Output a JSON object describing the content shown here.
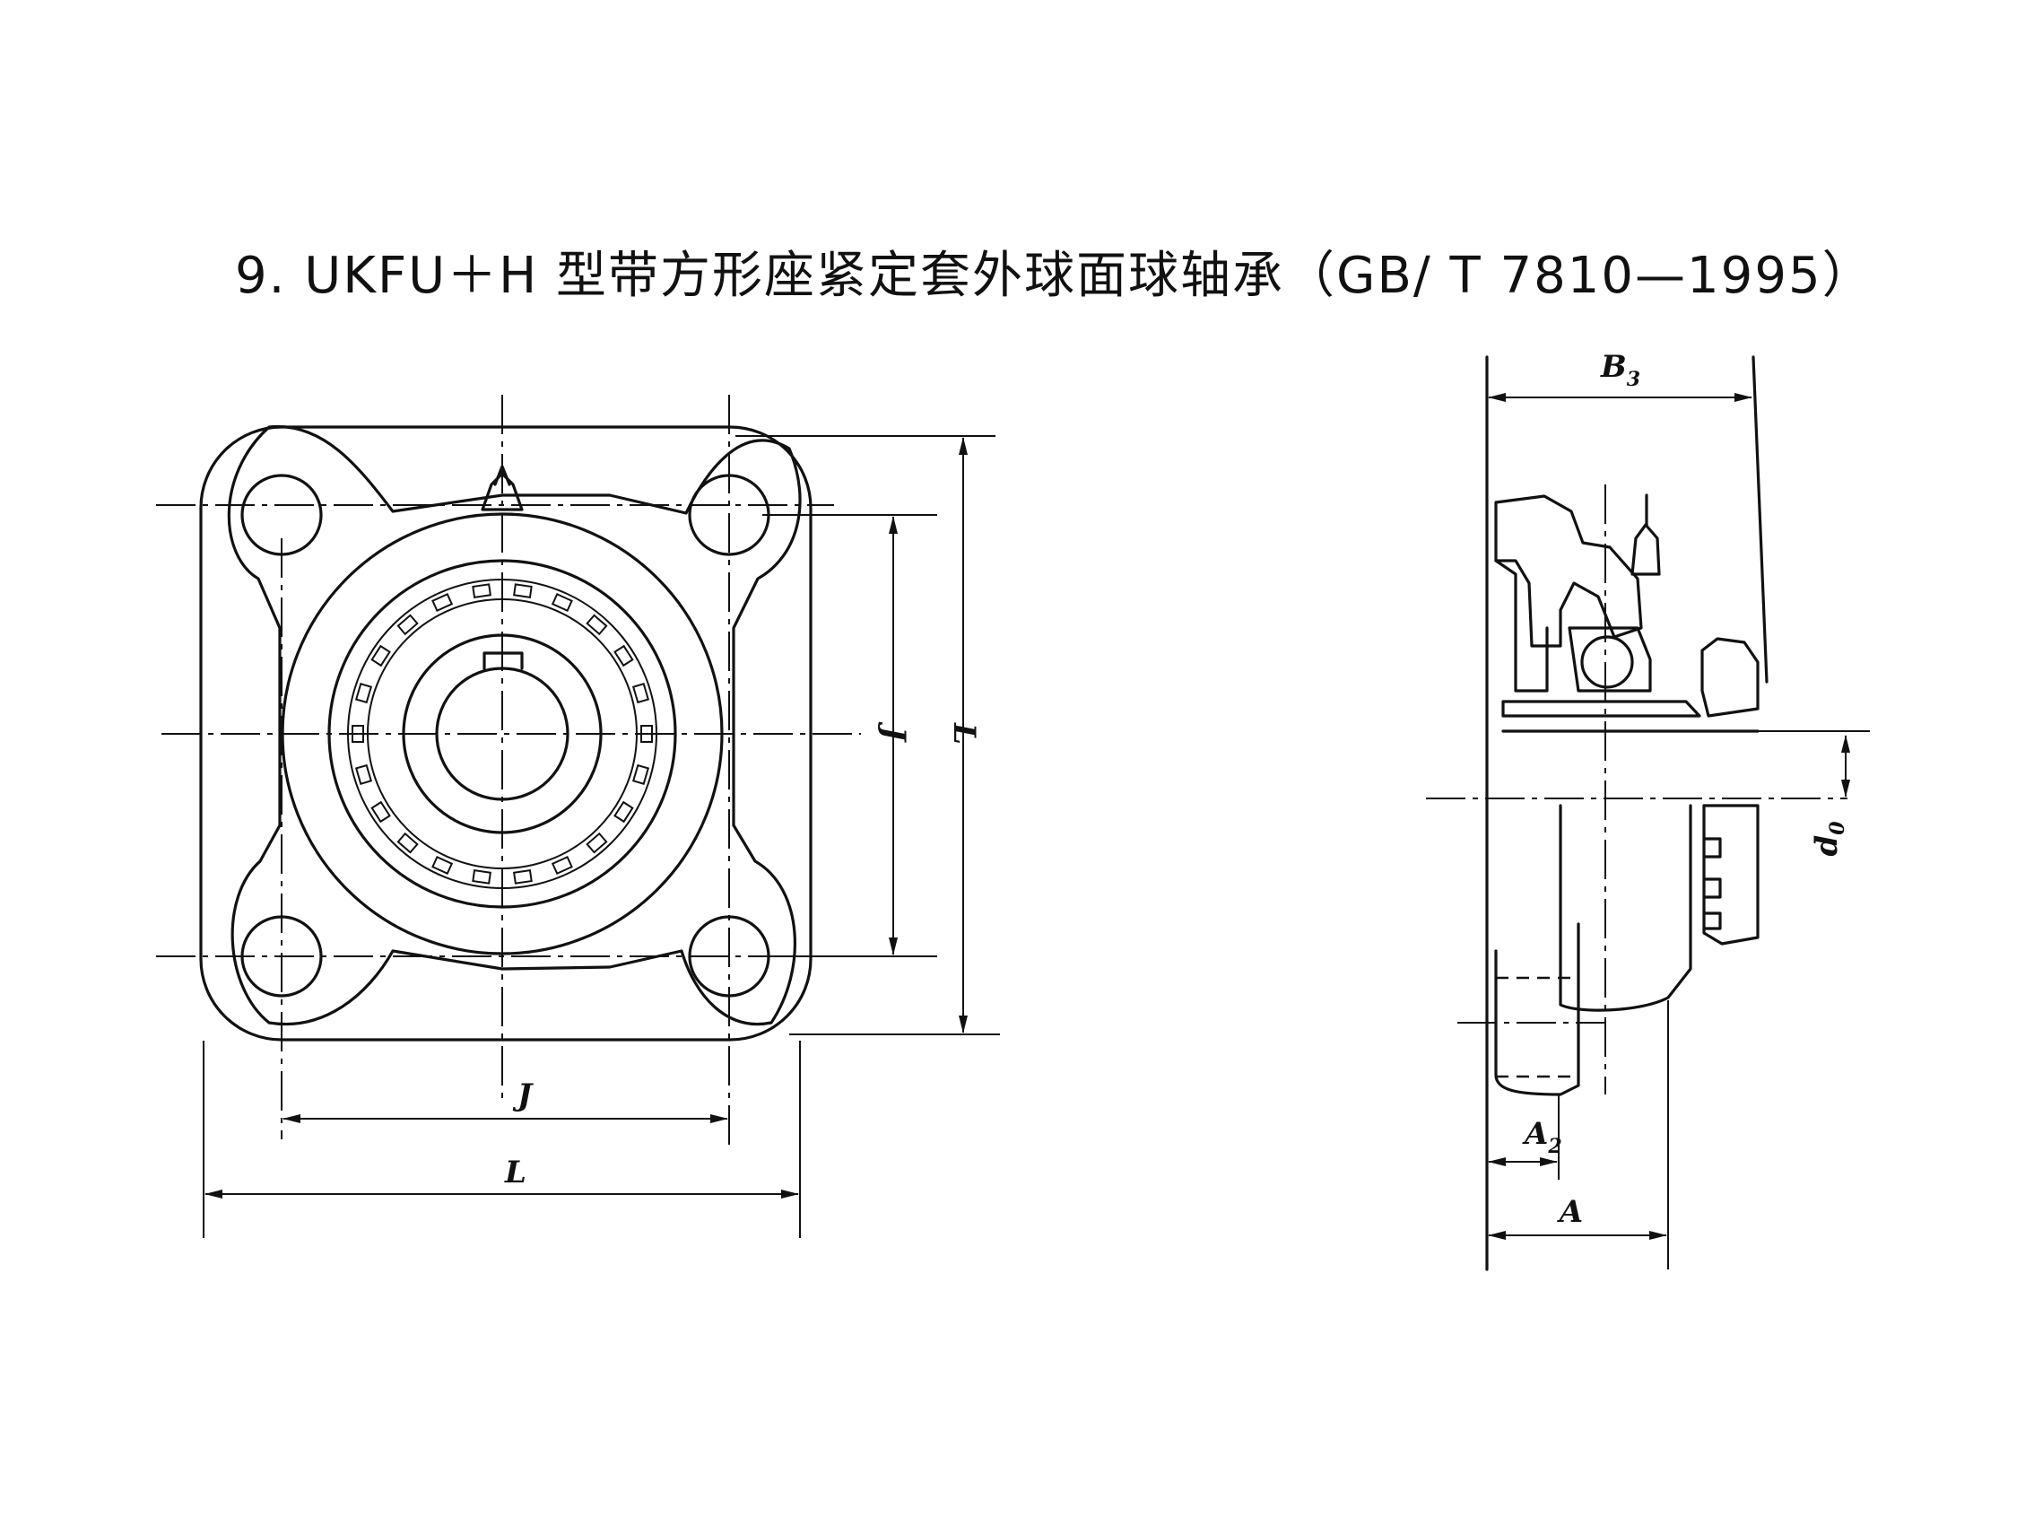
{
  "heading": "9. UKFU＋H 型带方形座紧定套外球面球轴承（GB/ T 7810—1995）",
  "front_view": {
    "dim_j_horizontal": "J",
    "dim_l_horizontal": "L",
    "dim_j_vertical": "J",
    "dim_l_vertical": "L"
  },
  "side_view": {
    "dim_b3": {
      "main": "B",
      "sub": "3"
    },
    "dim_a2": {
      "main": "A",
      "sub": "2"
    },
    "dim_a": "A",
    "dim_d0": {
      "main": "d",
      "sub": "0"
    }
  },
  "colors": {
    "ink": "#111111",
    "paper": "#ffffff"
  }
}
